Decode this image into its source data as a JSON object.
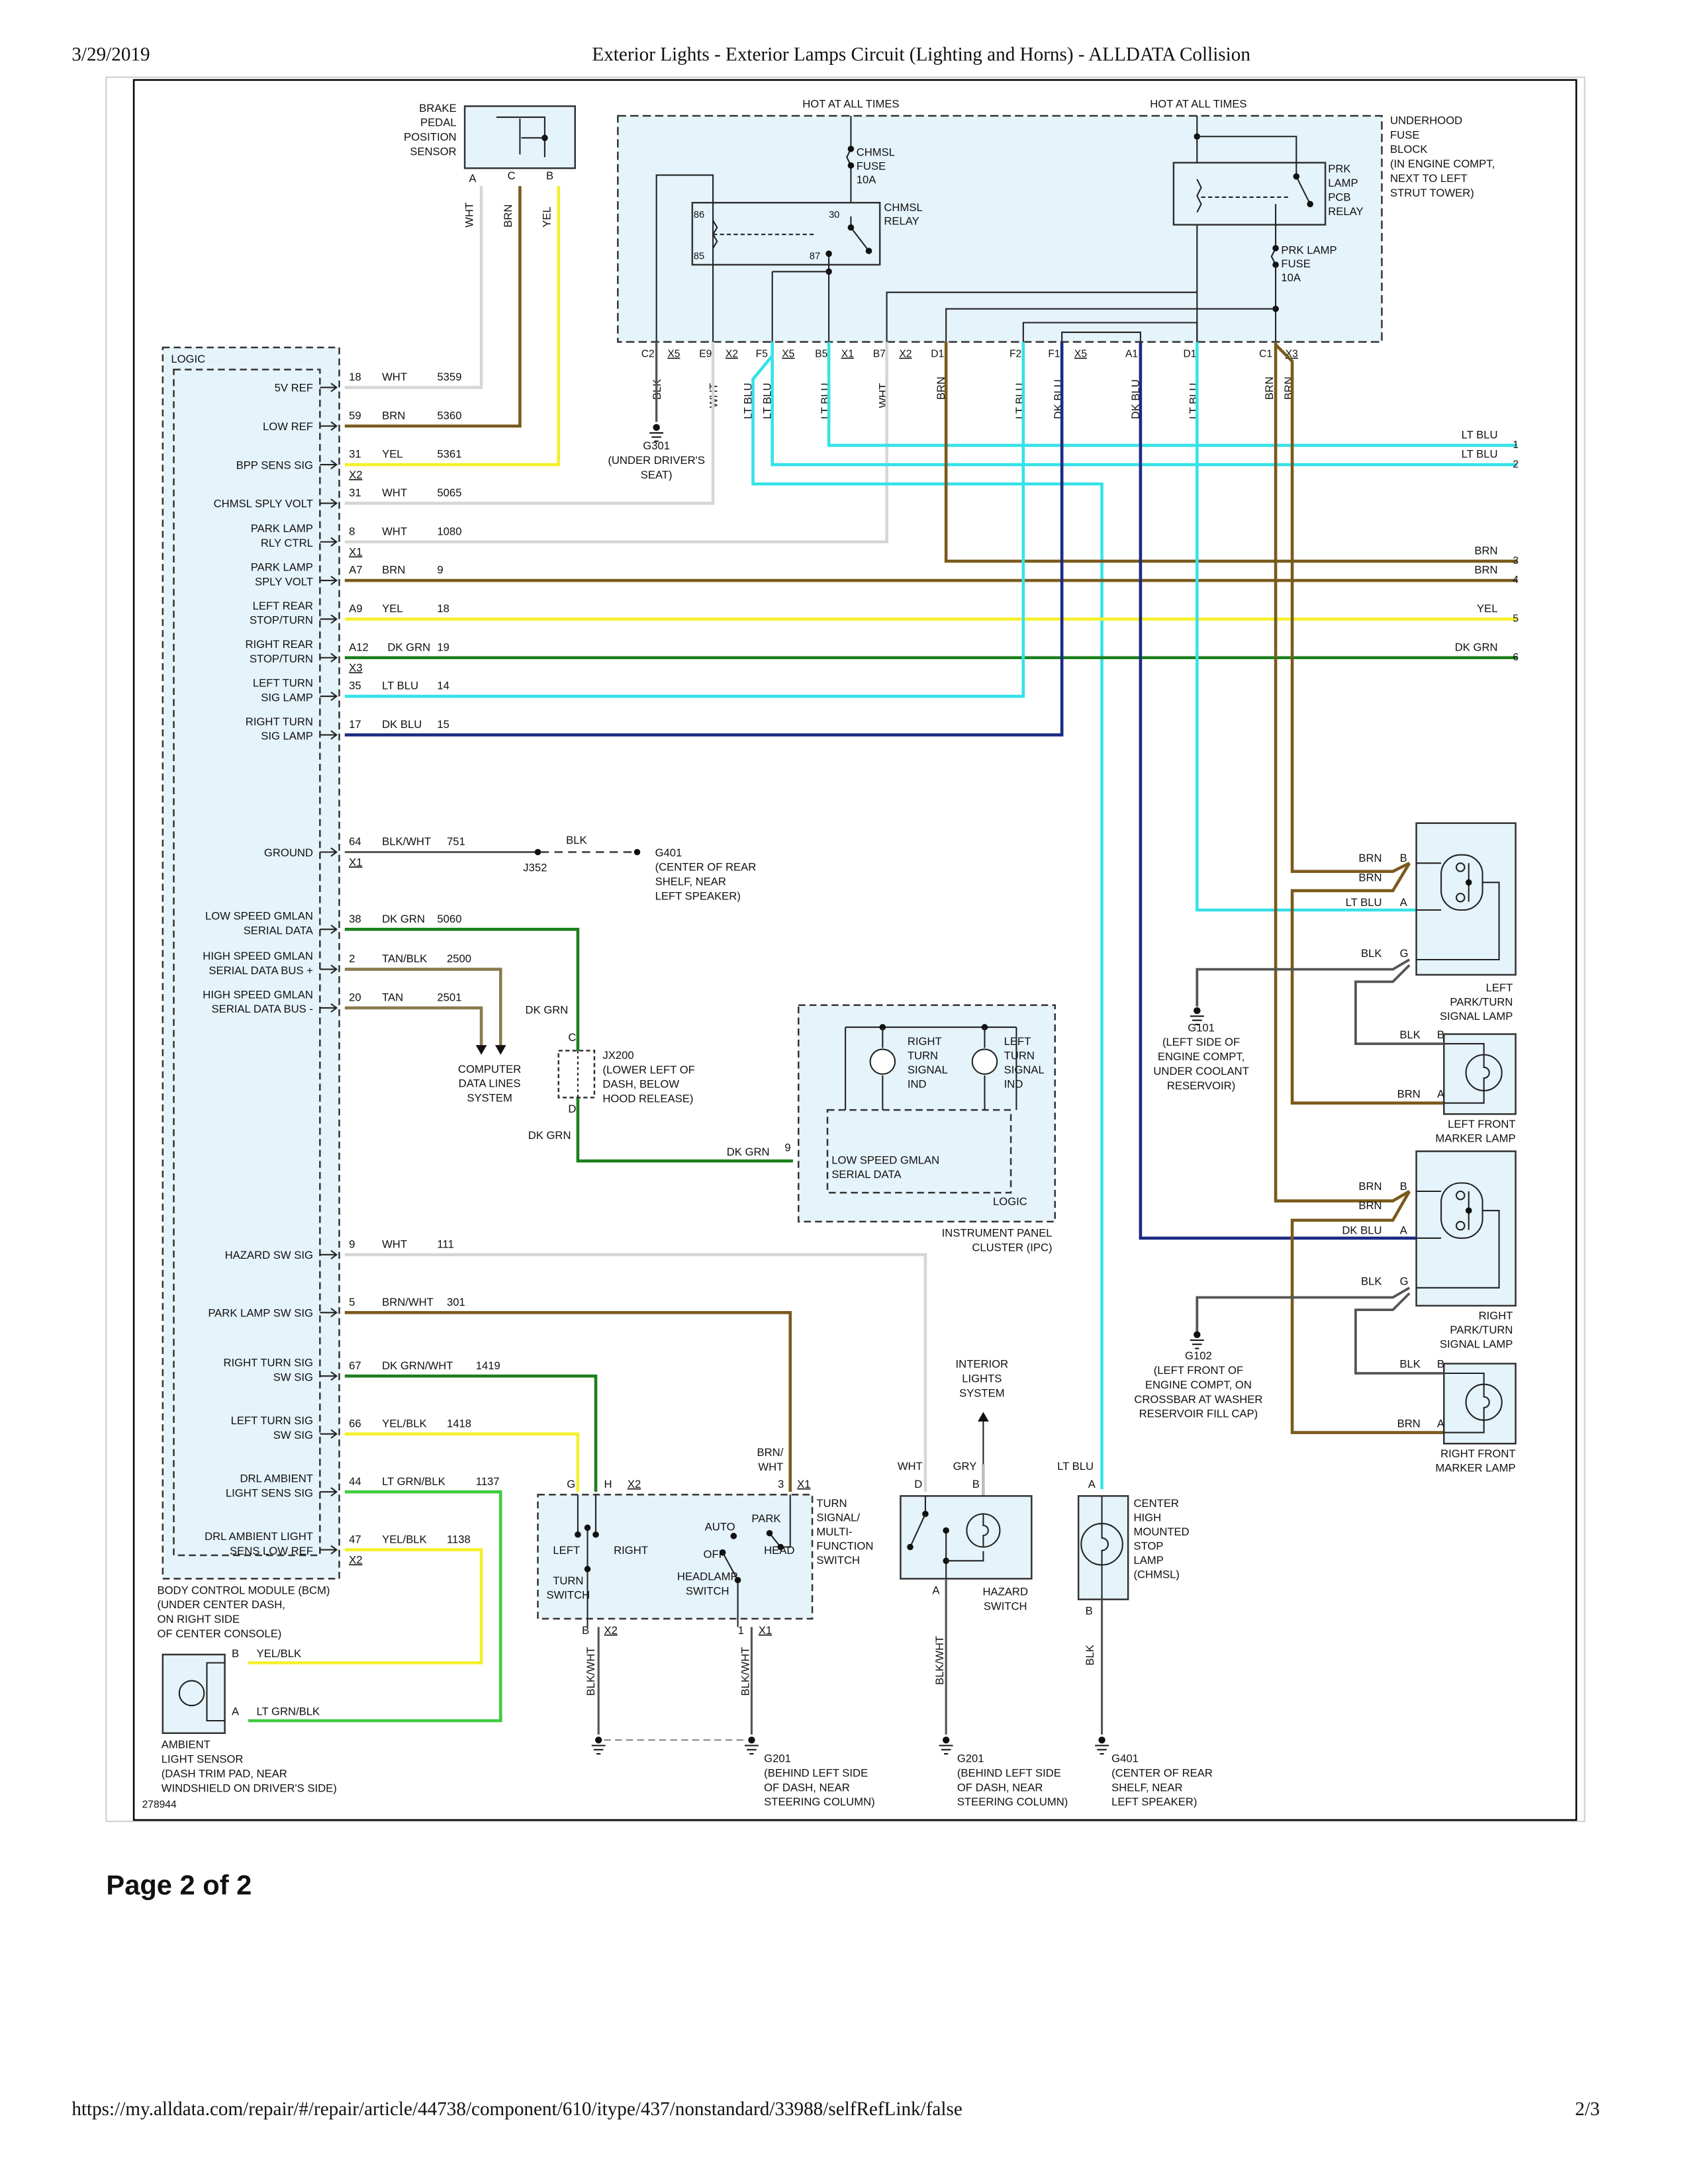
{
  "header": {
    "date": "3/29/2019",
    "title": "Exterior Lights - Exterior Lamps Circuit (Lighting and Horns) - ALLDATA Collision"
  },
  "footer": {
    "url": "https://my.alldata.com/repair/#/repair/article/44738/component/610/itype/437/nonstandard/33988/selfRefLink/false",
    "page_count": "2/3",
    "page_label": "Page 2 of 2"
  },
  "colors": {
    "WHT": "#d6d6d6",
    "BRN": "#7a5a1c",
    "YEL": "#f4f02a",
    "DK_GRN": "#1b7f1b",
    "LT_BLU": "#35e2e8",
    "DK_BLU": "#1b2a84",
    "BLK": "#555555",
    "TAN": "#8a7a4e",
    "LT_GRN": "#3fcb3f",
    "GRY": "#bdbdbd",
    "BOX_FILL": "#e5f3fa"
  },
  "diagram": {
    "id": "278944",
    "bpp_sensor": {
      "label": [
        "BRAKE",
        "PEDAL",
        "POSITION",
        "SENSOR"
      ],
      "pins": [
        "A",
        "C",
        "B"
      ],
      "wires": [
        "WHT",
        "BRN",
        "YEL"
      ]
    },
    "bcm": {
      "logic": "LOGIC",
      "label": [
        "BODY CONTROL MODULE (BCM)",
        "(UNDER CENTER DASH,",
        "ON RIGHT SIDE",
        "OF CENTER CONSOLE)"
      ],
      "rows": [
        {
          "label": [
            "5V REF"
          ],
          "pin": "18",
          "color": "WHT",
          "circuit": "5359",
          "conn": ""
        },
        {
          "label": [
            "LOW REF"
          ],
          "pin": "59",
          "color": "BRN",
          "circuit": "5360",
          "conn": ""
        },
        {
          "label": [
            "BPP SENS SIG"
          ],
          "pin": "31",
          "color": "YEL",
          "circuit": "5361",
          "conn": "X2"
        },
        {
          "label": [
            "CHMSL SPLY VOLT"
          ],
          "pin": "31",
          "color": "WHT",
          "circuit": "5065",
          "conn": ""
        },
        {
          "label": [
            "PARK LAMP",
            "RLY CTRL"
          ],
          "pin": "8",
          "color": "WHT",
          "circuit": "1080",
          "conn": "X1"
        },
        {
          "label": [
            "PARK LAMP",
            "SPLY VOLT"
          ],
          "pin": "A7",
          "color": "BRN",
          "circuit": "9",
          "conn": ""
        },
        {
          "label": [
            "LEFT REAR",
            "STOP/TURN"
          ],
          "pin": "A9",
          "color": "YEL",
          "circuit": "18",
          "conn": ""
        },
        {
          "label": [
            "RIGHT REAR",
            "STOP/TURN"
          ],
          "pin": "A12",
          "color": "DK GRN",
          "circuit": "19",
          "conn": "X3"
        },
        {
          "label": [
            "LEFT TURN",
            "SIG LAMP"
          ],
          "pin": "35",
          "color": "LT BLU",
          "circuit": "14",
          "conn": ""
        },
        {
          "label": [
            "RIGHT TURN",
            "SIG LAMP"
          ],
          "pin": "17",
          "color": "DK BLU",
          "circuit": "15",
          "conn": ""
        },
        {
          "label": [
            "GROUND"
          ],
          "pin": "64",
          "color": "BLK/WHT",
          "circuit": "751",
          "conn": "X1"
        },
        {
          "label": [
            "LOW SPEED GMLAN",
            "SERIAL DATA"
          ],
          "pin": "38",
          "color": "DK GRN",
          "circuit": "5060",
          "conn": ""
        },
        {
          "label": [
            "HIGH SPEED GMLAN",
            "SERIAL DATA BUS +"
          ],
          "pin": "2",
          "color": "TAN/BLK",
          "circuit": "2500",
          "conn": ""
        },
        {
          "label": [
            "HIGH SPEED GMLAN",
            "SERIAL DATA BUS -"
          ],
          "pin": "20",
          "color": "TAN",
          "circuit": "2501",
          "conn": ""
        },
        {
          "label": [
            "HAZARD SW SIG"
          ],
          "pin": "9",
          "color": "WHT",
          "circuit": "111",
          "conn": ""
        },
        {
          "label": [
            "PARK LAMP SW SIG"
          ],
          "pin": "5",
          "color": "BRN/WHT",
          "circuit": "301",
          "conn": ""
        },
        {
          "label": [
            "RIGHT TURN SIG",
            "SW SIG"
          ],
          "pin": "67",
          "color": "DK GRN/WHT",
          "circuit": "1419",
          "conn": ""
        },
        {
          "label": [
            "LEFT TURN SIG",
            "SW SIG"
          ],
          "pin": "66",
          "color": "YEL/BLK",
          "circuit": "1418",
          "conn": ""
        },
        {
          "label": [
            "DRL AMBIENT",
            "LIGHT SENS SIG"
          ],
          "pin": "44",
          "color": "LT GRN/BLK",
          "circuit": "1137",
          "conn": ""
        },
        {
          "label": [
            "DRL AMBIENT LIGHT",
            "SENS LOW REF"
          ],
          "pin": "47",
          "color": "YEL/BLK",
          "circuit": "1138",
          "conn": "X2"
        }
      ]
    },
    "fuse_block": {
      "label": [
        "UNDERHOOD",
        "FUSE",
        "BLOCK",
        "(IN ENGINE COMPT,",
        "NEXT TO LEFT",
        "STRUT TOWER)"
      ],
      "hot1": "HOT AT ALL TIMES",
      "hot2": "HOT AT ALL TIMES",
      "chmsl_fuse": [
        "CHMSL",
        "FUSE",
        "10A"
      ],
      "chmsl_relay": [
        "CHMSL",
        "RELAY"
      ],
      "relay_pins": [
        "86",
        "85",
        "30",
        "87"
      ],
      "prk_relay": [
        "PRK",
        "LAMP",
        "PCB",
        "RELAY"
      ],
      "prk_fuse": [
        "PRK LAMP",
        "FUSE",
        "10A"
      ],
      "pins": [
        {
          "pin": "C2",
          "conn": "X5"
        },
        {
          "pin": "E9",
          "conn": "X2"
        },
        {
          "pin": "F5",
          "conn": "X5"
        },
        {
          "pin": "B5",
          "conn": "X1"
        },
        {
          "pin": "B7",
          "conn": "X2"
        },
        {
          "pin": "D1",
          "conn": ""
        },
        {
          "pin": "F2",
          "conn": ""
        },
        {
          "pin": "F1",
          "conn": "X5"
        },
        {
          "pin": "A1",
          "conn": ""
        },
        {
          "pin": "D1",
          "conn": ""
        },
        {
          "pin": "C1",
          "conn": "X3"
        }
      ],
      "wire_colors": [
        "BLK",
        "WHT",
        "LT BLU",
        "LT BLU",
        "LT BLU",
        "WHT",
        "BRN",
        "LT BLU",
        "DK BLU",
        "DK BLU",
        "LT BLU",
        "BRN",
        "BRN"
      ]
    },
    "g301": [
      "G301",
      "(UNDER DRIVER'S",
      "SEAT)"
    ],
    "offpage": [
      {
        "color": "LT BLU",
        "ref": "1"
      },
      {
        "color": "LT BLU",
        "ref": "2"
      },
      {
        "color": "BRN",
        "ref": "3"
      },
      {
        "color": "BRN",
        "ref": "4"
      },
      {
        "color": "YEL",
        "ref": "5"
      },
      {
        "color": "DK GRN",
        "ref": "6"
      }
    ],
    "ground_row": {
      "color": "BLK",
      "splice": "J352",
      "g401": [
        "G401",
        "(CENTER OF REAR",
        "SHELF, NEAR",
        "LEFT SPEAKER)"
      ]
    },
    "data_lines": {
      "label": [
        "COMPUTER",
        "DATA LINES",
        "SYSTEM"
      ],
      "wire_top": "DK GRN",
      "wire_bottom": "DK GRN",
      "pin_c": "C",
      "pin_d": "D",
      "jx200": [
        "JX200",
        "(LOWER LEFT OF",
        "DASH, BELOW",
        "HOOD RELEASE)"
      ]
    },
    "ipc": {
      "wire": "DK GRN",
      "pin": "9",
      "serial": [
        "LOW SPEED GMLAN",
        "SERIAL DATA"
      ],
      "logic": "LOGIC",
      "right_ind": [
        "RIGHT",
        "TURN",
        "SIGNAL",
        "IND"
      ],
      "left_ind": [
        "LEFT",
        "TURN",
        "SIGNAL",
        "IND"
      ],
      "label": [
        "INSTRUMENT PANEL",
        "CLUSTER (IPC)"
      ]
    },
    "left_lamp": {
      "wires": [
        "BRN",
        "BRN",
        "LT BLU",
        "BLK"
      ],
      "pins": [
        "B",
        "A",
        "G"
      ],
      "label": [
        "LEFT",
        "PARK/TURN",
        "SIGNAL LAMP"
      ]
    },
    "left_marker": {
      "wires": [
        "BLK",
        "BRN"
      ],
      "pins": [
        "B",
        "A"
      ],
      "label": [
        "LEFT FRONT",
        "MARKER LAMP"
      ]
    },
    "g101": [
      "G101",
      "(LEFT SIDE OF",
      "ENGINE COMPT,",
      "UNDER COOLANT",
      "RESERVOIR)"
    ],
    "right_lamp": {
      "wires": [
        "BRN",
        "BRN",
        "DK BLU",
        "BLK"
      ],
      "pins": [
        "B",
        "A",
        "G"
      ],
      "label": [
        "RIGHT",
        "PARK/TURN",
        "SIGNAL LAMP"
      ]
    },
    "right_marker": {
      "wires": [
        "BLK",
        "BRN"
      ],
      "pins": [
        "B",
        "A"
      ],
      "label": [
        "RIGHT FRONT",
        "MARKER LAMP"
      ]
    },
    "g102": [
      "G102",
      "(LEFT FRONT OF",
      "ENGINE COMPT, ON",
      "CROSSBAR AT WASHER",
      "RESERVOIR FILL CAP)"
    ],
    "turn_switch": {
      "top_wire": [
        "BRN/",
        "WHT"
      ],
      "pins_top": [
        "G",
        "H",
        "X2",
        "3",
        "X1"
      ],
      "label": [
        "TURN",
        "SIGNAL/",
        "MULTI-",
        "FUNCTION",
        "SWITCH"
      ],
      "left": "LEFT",
      "right": "RIGHT",
      "turn": [
        "TURN",
        "SWITCH"
      ],
      "auto": "AUTO",
      "park": "PARK",
      "off": "OFF",
      "head": "HEAD",
      "headlamp": [
        "HEADLAMP",
        "SWITCH"
      ],
      "pins_bottom": [
        "B",
        "X2",
        "1",
        "X1"
      ],
      "ground_wires": [
        "BLK/WHT",
        "BLK/WHT"
      ]
    },
    "g201": [
      "G201",
      "(BEHIND LEFT SIDE",
      "OF DASH, NEAR",
      "STEERING COLUMN)"
    ],
    "interior": [
      "INTERIOR",
      "LIGHTS",
      "SYSTEM"
    ],
    "hazard": {
      "wires": [
        "WHT",
        "GRY"
      ],
      "pins": [
        "D",
        "B",
        "A"
      ],
      "label": [
        "HAZARD",
        "SWITCH"
      ],
      "ground_wire": "BLK/WHT",
      "g201": [
        "G201",
        "(BEHIND LEFT SIDE",
        "OF DASH, NEAR",
        "STEERING COLUMN)"
      ]
    },
    "chmsl": {
      "wire": "LT BLU",
      "pins": [
        "A",
        "B"
      ],
      "label": [
        "CENTER",
        "HIGH",
        "MOUNTED",
        "STOP",
        "LAMP",
        "(CHMSL)"
      ],
      "ground_wire": "BLK",
      "g401": [
        "G401",
        "(CENTER OF REAR",
        "SHELF, NEAR",
        "LEFT SPEAKER)"
      ]
    },
    "ambient": {
      "pins": [
        "B",
        "A"
      ],
      "wires": [
        "YEL/BLK",
        "LT GRN/BLK"
      ],
      "label": [
        "AMBIENT",
        "LIGHT SENSOR",
        "(DASH TRIM PAD, NEAR",
        "WINDSHIELD ON DRIVER'S SIDE)"
      ]
    }
  }
}
